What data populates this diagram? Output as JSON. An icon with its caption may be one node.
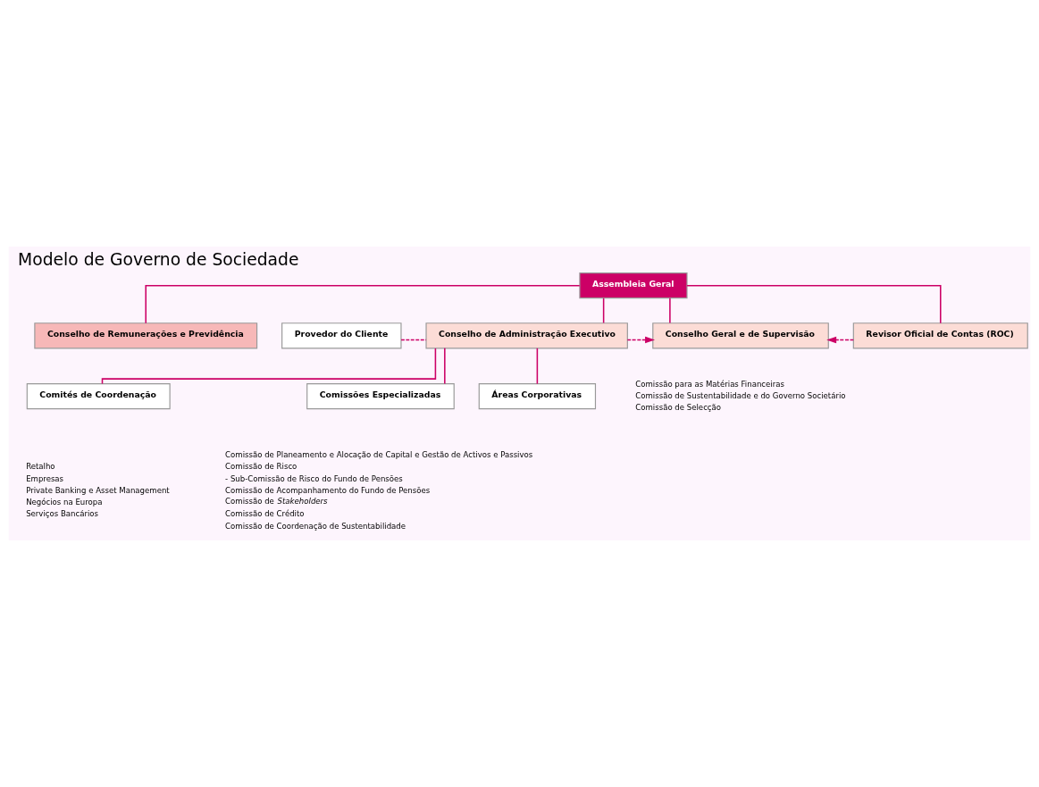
{
  "diagram": {
    "title": "Modelo de Governo de Sociedade",
    "nodes": [
      {
        "text": [
          "Assembleia Geral"
        ]
      },
      {
        "text": [
          "Conselho de Remunerações e Previdência"
        ]
      },
      {
        "text": [
          "Provedor do Cliente"
        ]
      },
      {
        "text": [
          "Conselho de Administração Executivo"
        ]
      },
      {
        "text": [
          "Conselho Geral e de Supervisão"
        ],
        "beside": [
          "Comissão para as Matérias Financeiras",
          "Comissão de Sustentabilidade e do Governo Societário",
          "Comissão de Selecção"
        ]
      },
      {
        "text": [
          "Revisor Oficial de Contas (ROC)"
        ]
      },
      {
        "text": [
          "Comités de Coordenação"
        ],
        "beside": [
          "Retalho",
          "Empresas",
          "Private Banking e Asset Management",
          "Negócios na Europa",
          "Serviços Bancários"
        ]
      },
      {
        "text": [
          "Comissões Especializadas"
        ],
        "beside": [
          "Comissão de Planeamento e Alocação de Capital e Gestão de Activos e Passivos",
          "Comissão de Risco",
          "- Sub-Comissão de Risco do Fundo de Pensões",
          "Comissão de Acompanhamento do Fundo de Pensões",
          "Comissão de *Stakeholders*",
          "Comissão de Crédito",
          "Comissão de Coordenação de Sustentabilidade"
        ]
      },
      {
        "text": [
          "Áreas Corporativas"
        ]
      }
    ],
    "edges": [
      {
        "from": 0,
        "to": 1,
        "arrow": "none"
      },
      {
        "from": 0,
        "to": 3,
        "arrow": "none"
      },
      {
        "from": 0,
        "to": 4,
        "arrow": "none"
      },
      {
        "from": 0,
        "to": 5,
        "arrow": "none"
      },
      {
        "from": 2,
        "to": 3,
        "arrow": "none",
        "style": "dashed"
      },
      {
        "from": 3,
        "to": 4,
        "arrow": "to",
        "style": "dashed"
      },
      {
        "from": 5,
        "to": 4,
        "arrow": "to",
        "style": "dashed"
      },
      {
        "from": 3,
        "to": 6,
        "arrow": "none"
      },
      {
        "from": 3,
        "to": 7,
        "arrow": "none"
      },
      {
        "from": 3,
        "to": 8,
        "arrow": "none"
      }
    ]
  }
}
